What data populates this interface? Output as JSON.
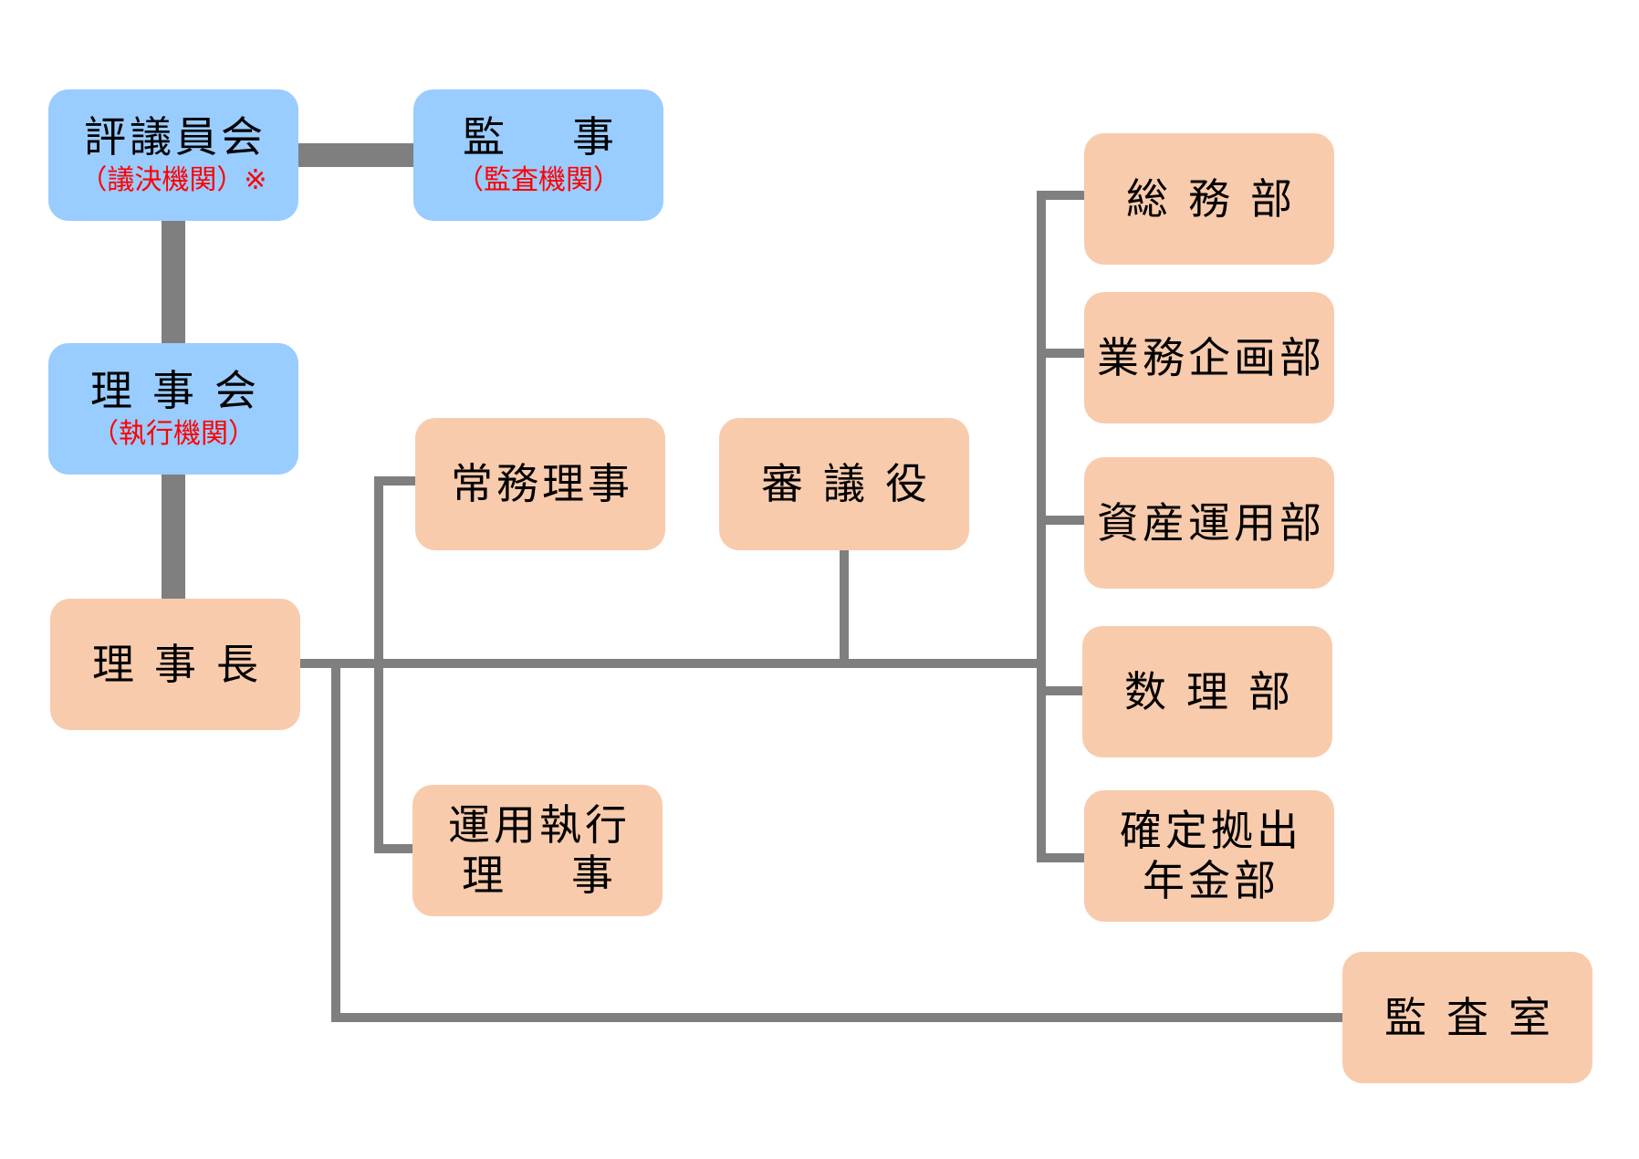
{
  "colors": {
    "governance": "#99ccff",
    "department": "#f8cbad",
    "connector": "#7f7f7f",
    "note": "#ff0000"
  },
  "nodes": {
    "hyogiinkai": {
      "title": "評議員会",
      "sub": "（議決機関）※"
    },
    "kanji": {
      "title": "監　事",
      "sub": "（監査機関）"
    },
    "rijikai": {
      "title": "理事会",
      "sub": "（執行機関）"
    },
    "rijicho": {
      "title": "理事長"
    },
    "jomu_riji": {
      "title": "常務理事"
    },
    "shingiyaku": {
      "title": "審議役"
    },
    "unyo_shikko_riji": {
      "line1": "運用執行",
      "line2": "理　事"
    },
    "somubu": {
      "title": "総務部"
    },
    "gyomu_kikakubu": {
      "title": "業務企画部"
    },
    "shisan_unyobu": {
      "title": "資産運用部"
    },
    "surибу": {
      "title": "数理部"
    },
    "kakutei_kyoshutsu": {
      "line1": "確定拠出",
      "line2": "年金部"
    },
    "kansashitsu": {
      "title": "監査室"
    }
  }
}
